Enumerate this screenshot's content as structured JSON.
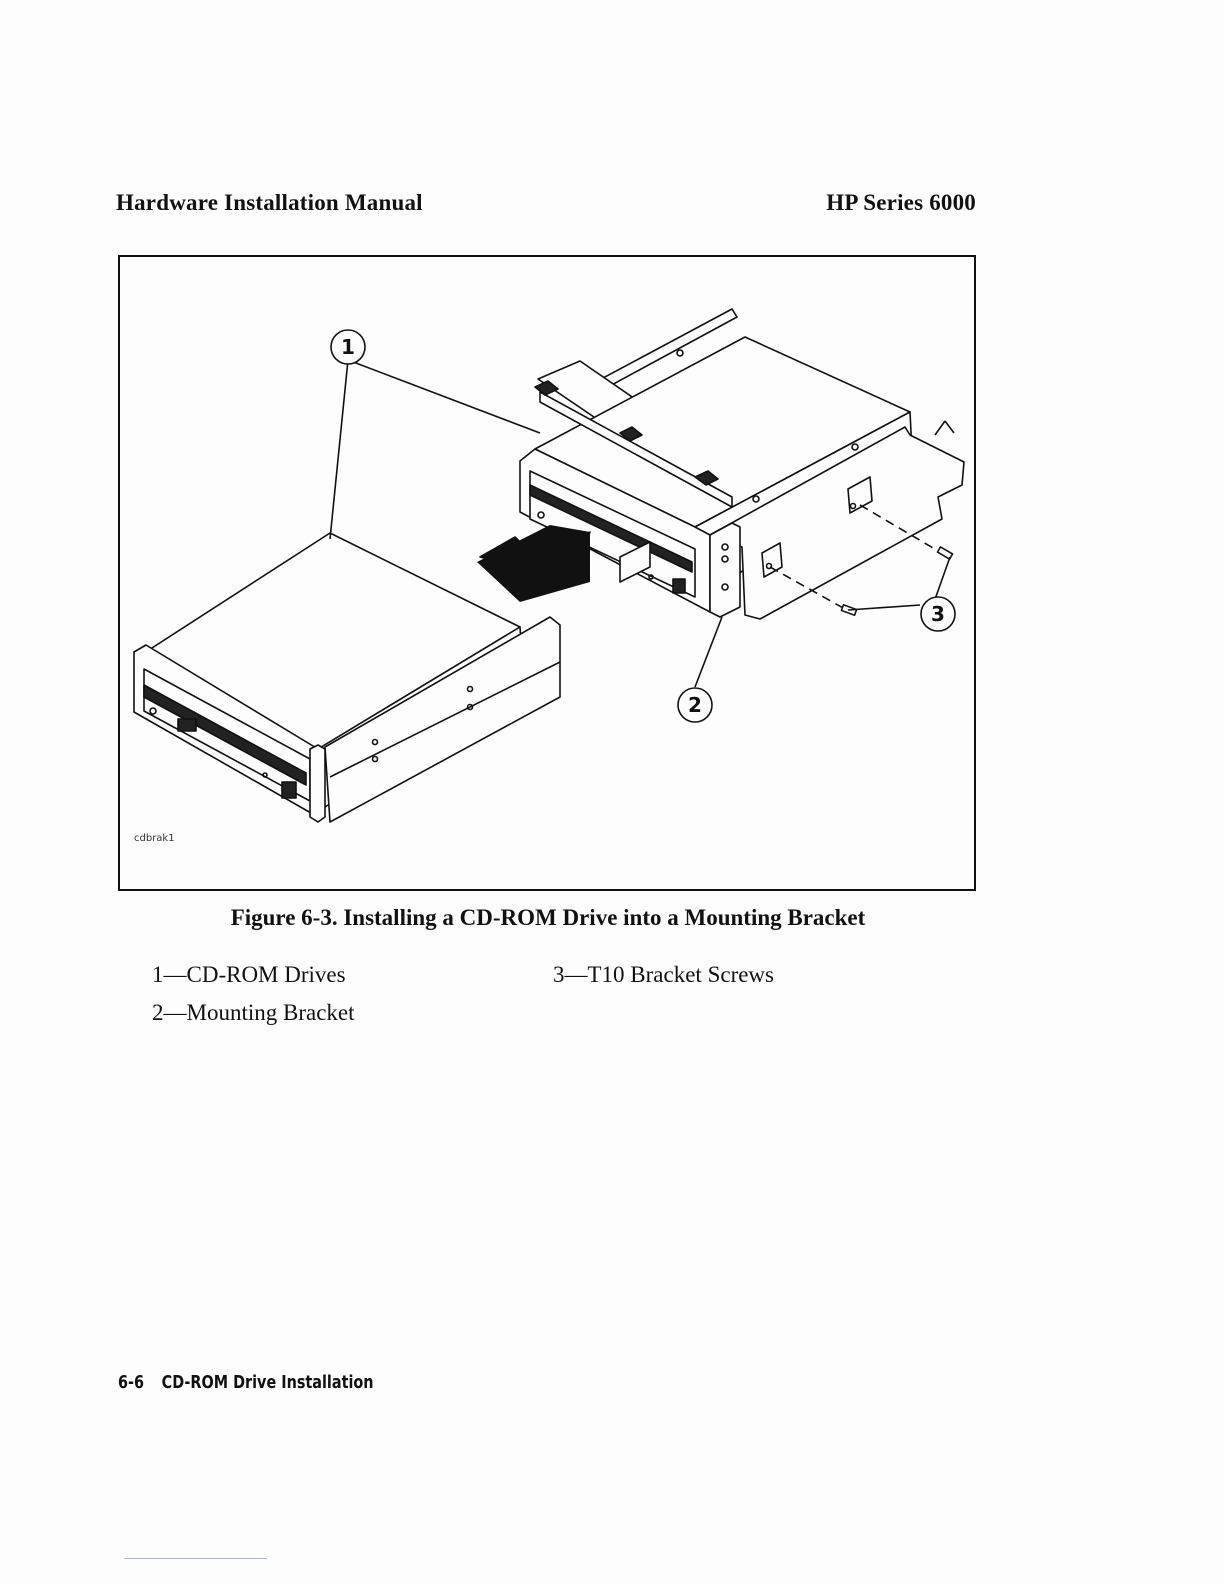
{
  "header": {
    "left": "Hardware Installation Manual",
    "right": "HP Series 6000"
  },
  "figure": {
    "code": "cdbrak1",
    "callouts": [
      "1",
      "2",
      "3"
    ],
    "caption": "Figure 6-3. Installing a CD-ROM Drive into a Mounting Bracket"
  },
  "legend": {
    "item1": "1—CD-ROM Drives",
    "item2": "2—Mounting Bracket",
    "item3": "3—T10 Bracket Screws"
  },
  "footer": {
    "page": "6-6",
    "section": "CD-ROM Drive Installation"
  }
}
